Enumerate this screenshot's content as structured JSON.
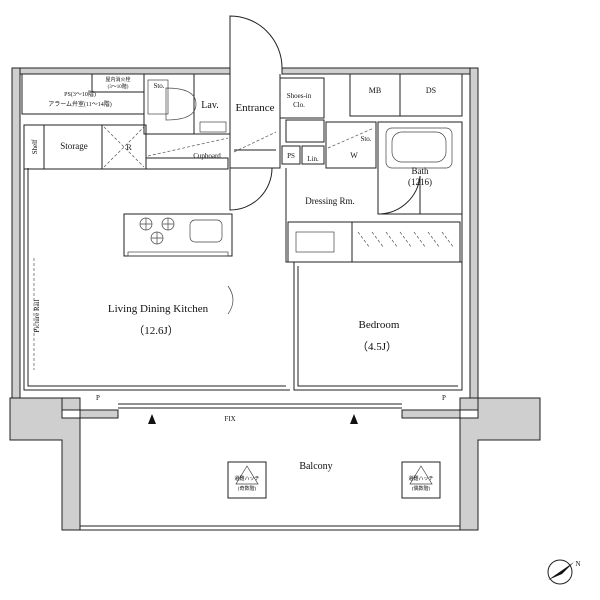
{
  "rooms": {
    "ldk": "Living Dining Kitchen",
    "ldk_size": "（12.6J）",
    "bedroom": "Bedroom",
    "bedroom_size": "（4.5J）",
    "entrance": "Entrance",
    "lav": "Lav.",
    "storage": "Storage",
    "shelf": "Shelf",
    "cupboard": "Cupboard",
    "dressing": "Dressing Rm.",
    "bath": "Bath",
    "bath_size": "(1216)",
    "shoes_line1": "Shoes-in",
    "shoes_line2": "Clo.",
    "sto_toilet": "Sto.",
    "sto_bath": "Sto.",
    "ps_small": "PS",
    "lin": "Lin.",
    "w": "W",
    "mb": "MB",
    "ds": "DS",
    "balcony": "Balcony",
    "fix": "FIX",
    "picture_rail": "Picture Rail",
    "r": "R",
    "p_left": "P",
    "p_right": "P"
  },
  "ps_box": {
    "tag_line1": "屋内消火栓",
    "tag_line2": "(3～10階)",
    "line1": "PS(3～10階)",
    "line2": "アラーム弁室(11～14階)"
  },
  "hatches": {
    "left_line1": "避難ハッチ",
    "left_line2": "(奇数階)",
    "right_line1": "避難ハッチ",
    "right_line2": "(偶数階)"
  },
  "compass": {
    "label": "N"
  }
}
